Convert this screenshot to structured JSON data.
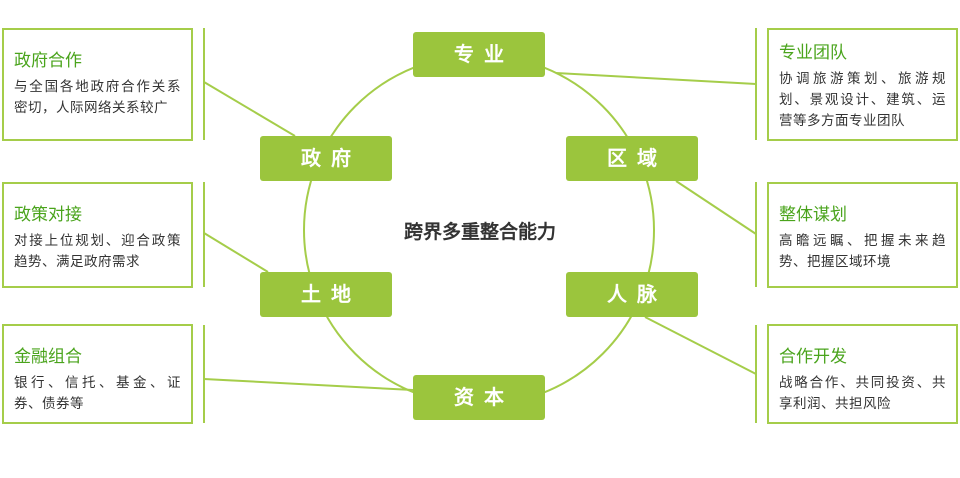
{
  "center": "跨界多重整合能力",
  "nodes": [
    "专业",
    "政府",
    "区域",
    "土地",
    "人脉",
    "资本"
  ],
  "left_boxes": [
    {
      "title": "政府合作",
      "text": "与全国各地政府合作关系密切，人际网络关系较广"
    },
    {
      "title": "政策对接",
      "text": "对接上位规划、迎合政策趋势、满足政府需求"
    },
    {
      "title": "金融组合",
      "text": "银行、信托、基金、证券、债券等"
    }
  ],
  "right_boxes": [
    {
      "title": "专业团队",
      "text": "协调旅游策划、旅游规划、景观设计、建筑、运营等多方面专业团队"
    },
    {
      "title": "整体谋划",
      "text": "高瞻远瞩、把握未来趋势、把握区域环境"
    },
    {
      "title": "合作开发",
      "text": "战略合作、共同投资、共享利润、共担风险"
    }
  ],
  "colors": {
    "green": "#9bc53d",
    "title": "#4aa41c"
  }
}
